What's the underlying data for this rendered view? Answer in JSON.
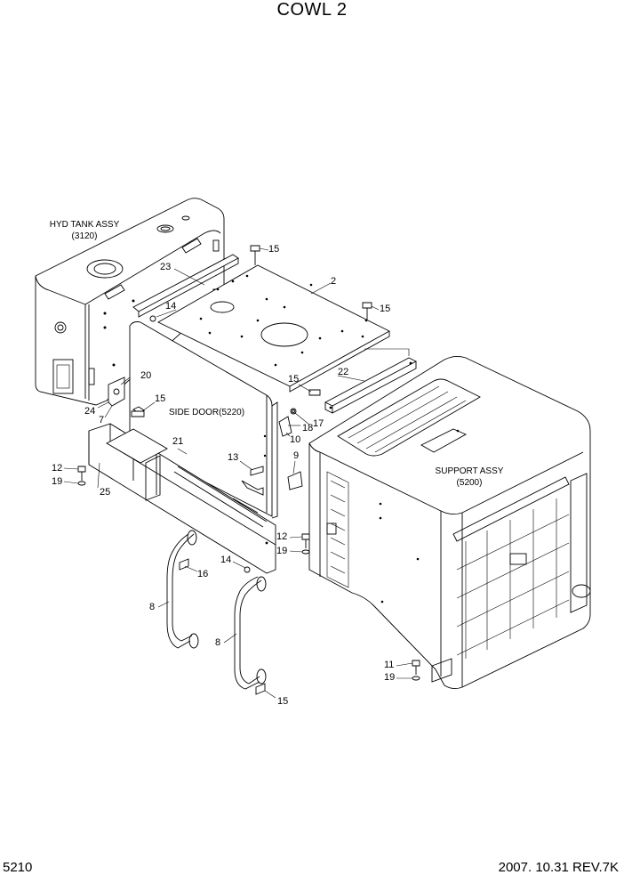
{
  "title": "COWL 2",
  "footer": {
    "page_number": "5210",
    "revision": "2007. 10.31  REV.7K"
  },
  "assemblies": [
    {
      "id": "hyd-tank",
      "line1": "HYD TANK ASSY",
      "line2": "(3120)"
    },
    {
      "id": "side-door",
      "line1": "SIDE DOOR(5220)",
      "line2": ""
    },
    {
      "id": "support",
      "line1": "SUPPORT ASSY",
      "line2": "(5200)"
    }
  ],
  "callouts": [
    "15",
    "2",
    "23",
    "14",
    "15",
    "22",
    "20",
    "15",
    "15",
    "17",
    "24",
    "7",
    "18",
    "10",
    "21",
    "9",
    "13",
    "12",
    "19",
    "25",
    "12",
    "19",
    "14",
    "16",
    "8",
    "8",
    "11",
    "19",
    "15"
  ]
}
